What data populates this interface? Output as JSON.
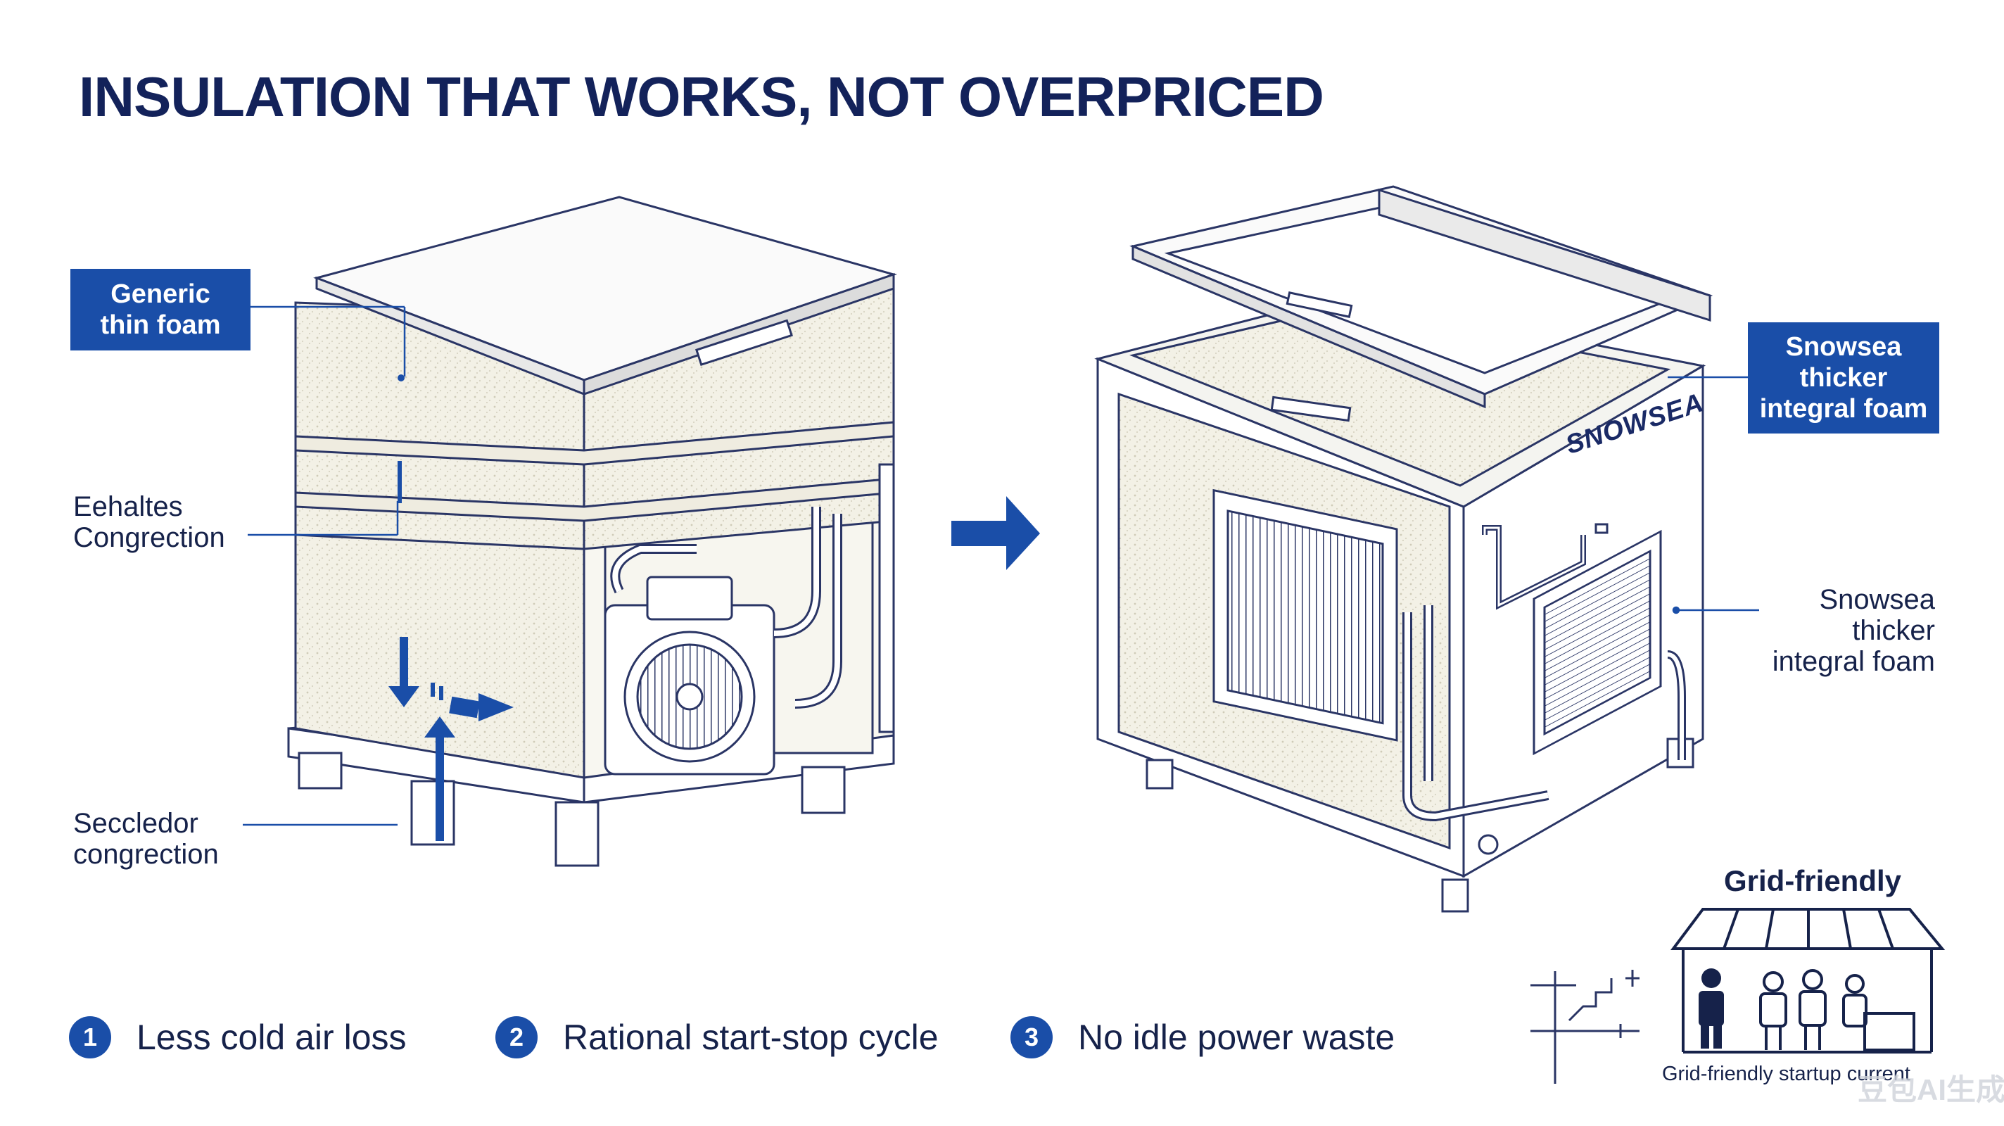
{
  "title": "INSULATION THAT WORKS, NOT OVERPRICED",
  "left_unit": {
    "tag": [
      "Generic",
      "thin foam"
    ],
    "label_1": [
      "Eehaltes",
      "Congrection"
    ],
    "label_2": [
      "Seccledor",
      "congrection"
    ]
  },
  "right_unit": {
    "brand": "SNOWSEA",
    "tag": [
      "Snowsea",
      "thicker",
      "integral foam"
    ],
    "label": [
      "Snowsea",
      "thicker",
      "integral foam"
    ]
  },
  "footer": [
    {
      "num": "1",
      "text": "Less cold air loss"
    },
    {
      "num": "2",
      "text": "Rational start-stop cycle"
    },
    {
      "num": "3",
      "text": "No idle power waste"
    }
  ],
  "grid_badge": {
    "title": "Grid-friendly",
    "caption": "Grid-friendly startup current"
  },
  "watermark": "豆包AI生成",
  "colors": {
    "accent": "#1a4ea8",
    "ink": "#16224a",
    "foam": "#f1efe4"
  }
}
